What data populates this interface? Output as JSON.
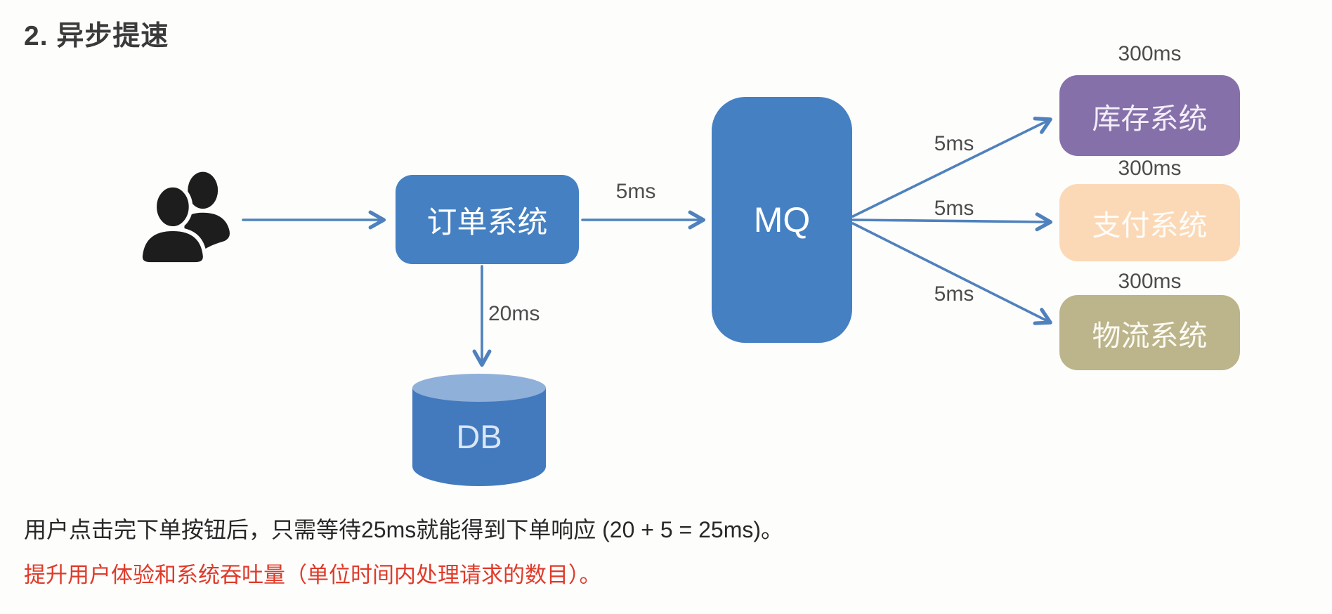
{
  "title": "2. 异步提速",
  "icons": {
    "users": "two-person-silhouette"
  },
  "nodes": {
    "order_system": {
      "label": "订单系统"
    },
    "mq": {
      "label": "MQ"
    },
    "db": {
      "label": "DB"
    },
    "inventory_system": {
      "label": "库存系统",
      "time": "300ms"
    },
    "payment_system": {
      "label": "支付系统",
      "time": "300ms"
    },
    "logistics_system": {
      "label": "物流系统",
      "time": "300ms"
    }
  },
  "edges": {
    "order_to_mq": {
      "label": "5ms"
    },
    "order_to_db": {
      "label": "20ms"
    },
    "mq_to_inventory": {
      "label": "5ms"
    },
    "mq_to_payment": {
      "label": "5ms"
    },
    "mq_to_logistics": {
      "label": "5ms"
    }
  },
  "notes": {
    "line1": "用户点击完下单按钮后，只需等待25ms就能得到下单响应 (20 + 5 = 25ms)。",
    "line2": "提升用户体验和系统吞吐量（单位时间内处理请求的数目）。"
  },
  "colors": {
    "box_blue": "#4580c2",
    "db_body_blue": "#4379bd",
    "db_top_blue": "#8fb0d9",
    "inventory_purple": "#8570a9",
    "payment_peach": "#fbd9b6",
    "logistics_khaki": "#bcb48a",
    "arrow_blue": "#4f81bd",
    "label_gray": "#4d4d4d",
    "note_red": "#e03a2a",
    "title_dark": "#3a3a3a"
  }
}
